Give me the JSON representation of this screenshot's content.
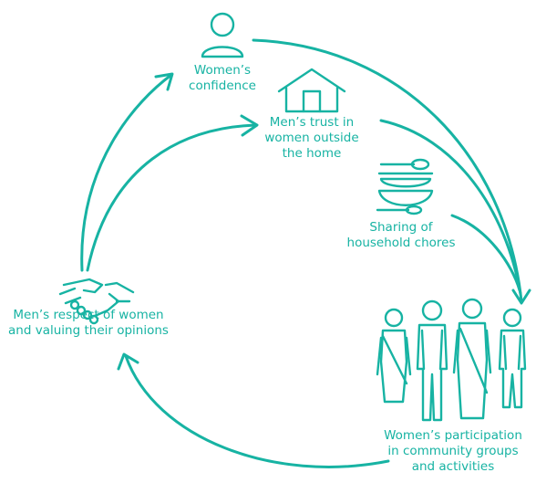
{
  "accent_color": "#17b3a3",
  "nodes": {
    "confidence": {
      "icon": "person-icon",
      "lines": [
        "Women’s",
        "confidence"
      ]
    },
    "trust": {
      "icon": "house-icon",
      "lines": [
        "Men’s trust in",
        "women outside",
        "the home"
      ]
    },
    "chores": {
      "icon": "dishes-icon",
      "lines": [
        "Sharing of",
        "household chores"
      ]
    },
    "participation": {
      "icon": "group-of-people-icon",
      "lines": [
        "Women’s participation",
        "in community groups",
        "and activities"
      ]
    },
    "respect": {
      "icon": "handshake-icon",
      "lines": [
        "Men’s respect of women",
        "and valuing their opinions"
      ]
    }
  }
}
